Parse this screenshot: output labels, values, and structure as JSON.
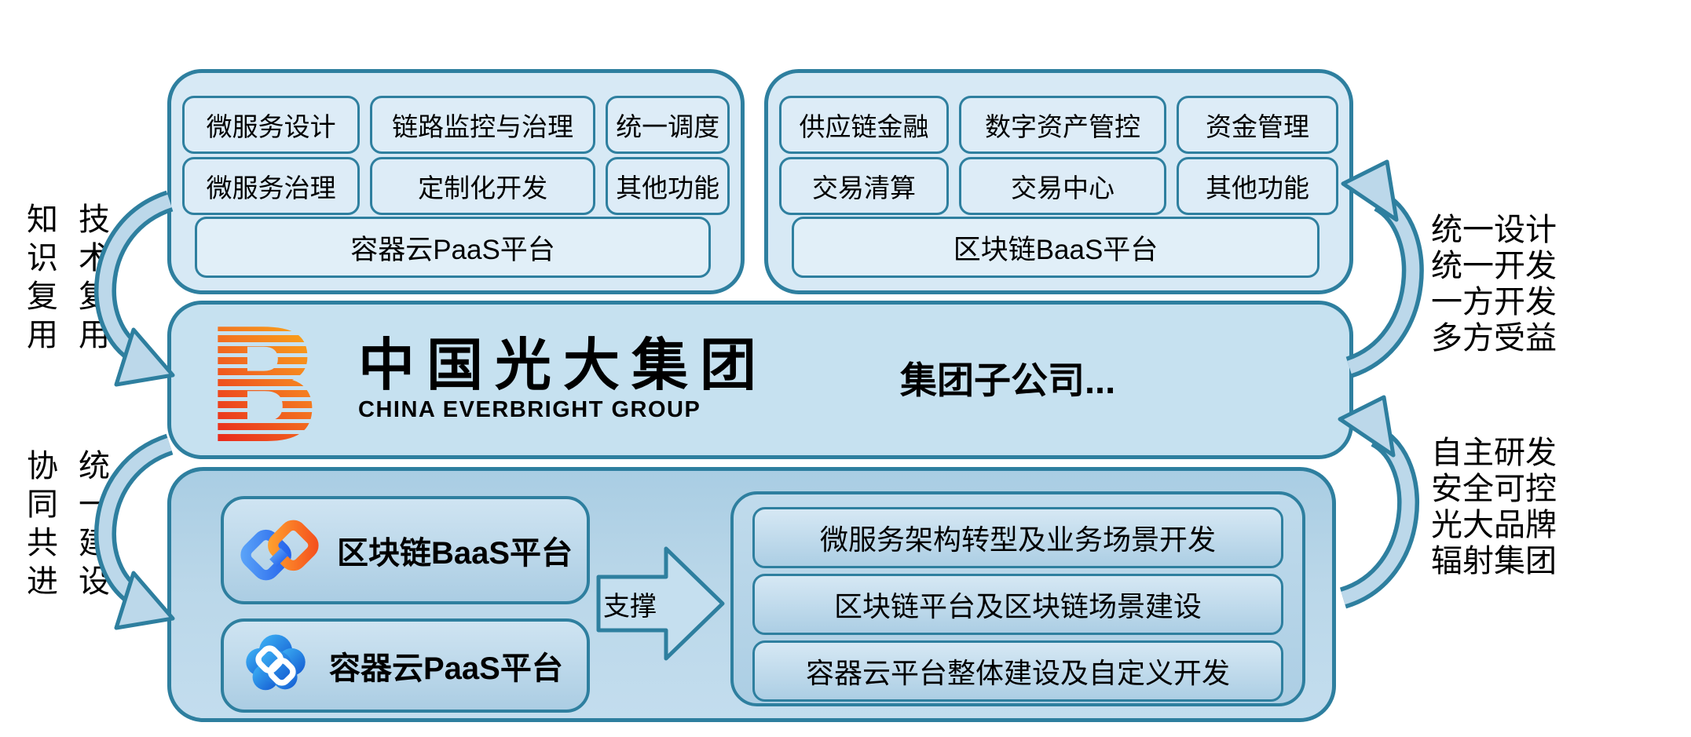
{
  "side_notes": {
    "left_top": {
      "cols": [
        "知识复用",
        "技术复用"
      ]
    },
    "left_bottom": {
      "cols": [
        "协同共进",
        "统一建设"
      ]
    },
    "right_top": {
      "lines": [
        "统一设计",
        "统一开发",
        "一方开发",
        "多方受益"
      ]
    },
    "right_bottom": {
      "lines": [
        "自主研发",
        "安全可控",
        "光大品牌",
        "辐射集团"
      ]
    }
  },
  "paas_box": {
    "row1": [
      "微服务设计",
      "链路监控与治理",
      "统一调度"
    ],
    "row2": [
      "微服务治理",
      "定制化开发",
      "其他功能"
    ],
    "platform": "容器云PaaS平台"
  },
  "baas_box": {
    "row1": [
      "供应链金融",
      "数字资产管控",
      "资金管理"
    ],
    "row2": [
      "交易清算",
      "交易中心",
      "其他功能"
    ],
    "platform": "区块链BaaS平台"
  },
  "group_band": {
    "logo_letter": "B",
    "logo_cn": "中国光大集团",
    "logo_en": "CHINA EVERBRIGHT GROUP",
    "subsidiaries": "集团子公司..."
  },
  "bottom_section": {
    "platforms": [
      {
        "label": "区块链BaaS平台",
        "icon": "blockchain-link-icon"
      },
      {
        "label": "容器云PaaS平台",
        "icon": "cloud-link-icon"
      }
    ],
    "support_label": "支撑",
    "tasks": [
      "微服务架构转型及业务场景开发",
      "区块链平台及区块链场景建设",
      "容器云平台整体建设及自定义开发"
    ]
  },
  "colors": {
    "outline_teal": "#2e7f9f",
    "panel_fill": "#d7e9f5",
    "chip_fill": "#ddecf7",
    "band_fill": "#c6e1f0",
    "bottom_fill": "#a9cde3",
    "arrow_fill": "#bcd8ea",
    "logo_gradient": [
      "#fdb813",
      "#f47b20",
      "#e8251c"
    ],
    "blockchain_icon_blue": "#2f6fe4",
    "blockchain_icon_orange": "#f4631e",
    "cloud_icon_blue": "#1d7ae8"
  }
}
